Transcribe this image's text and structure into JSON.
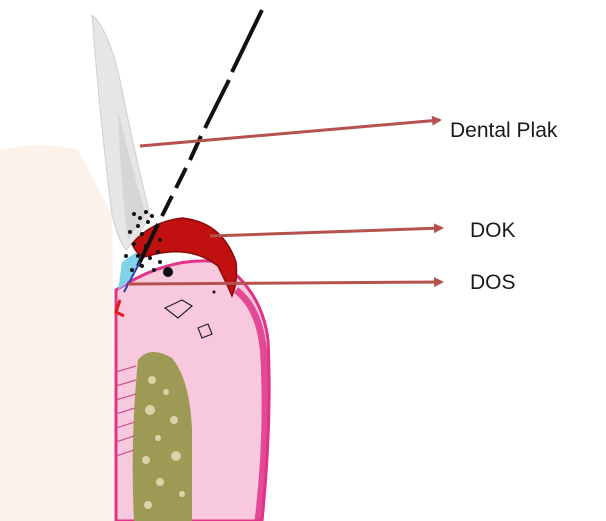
{
  "labels": {
    "dental_plaque": "Dental Plak",
    "dok": "DOK",
    "dos": "DOS"
  },
  "colors": {
    "arrow": "#b5514f",
    "gingiva_light": "#f8c9dc",
    "gingiva_edge": "#e0338a",
    "inflamed_tissue": "#c01010",
    "bone": "#9c9a55",
    "plaque": "#e6e6e6",
    "probe": "#111111"
  }
}
